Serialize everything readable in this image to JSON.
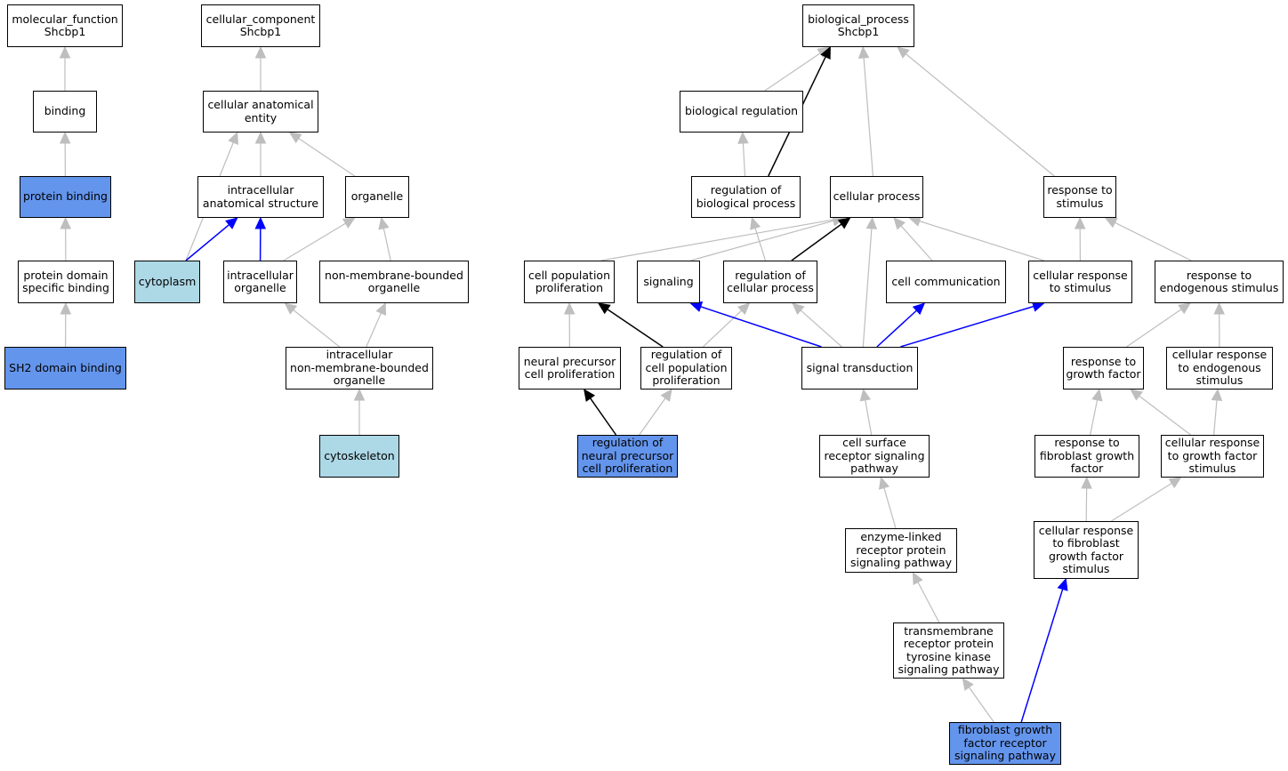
{
  "node_fill_colors": {
    "default": "#ffffff",
    "annotated": "#6495ed",
    "component_annotated": "#add8e6"
  },
  "edge_colors": {
    "is_a": "#bebebe",
    "regulates": "#000000",
    "part_of": "#0000ff"
  },
  "nodes": [
    {
      "id": "mf",
      "label": "molecular_function\nShcbp1",
      "fill": "default"
    },
    {
      "id": "binding",
      "label": "binding",
      "fill": "default"
    },
    {
      "id": "pb",
      "label": "protein binding",
      "fill": "annotated"
    },
    {
      "id": "pdsb",
      "label": "protein domain\nspecific binding",
      "fill": "default"
    },
    {
      "id": "sh2",
      "label": "SH2 domain binding",
      "fill": "annotated"
    },
    {
      "id": "cc",
      "label": "cellular_component\nShcbp1",
      "fill": "default"
    },
    {
      "id": "cae",
      "label": "cellular anatomical\nentity",
      "fill": "default"
    },
    {
      "id": "ias",
      "label": "intracellular\nanatomical structure",
      "fill": "default"
    },
    {
      "id": "org",
      "label": "organelle",
      "fill": "default"
    },
    {
      "id": "cyto",
      "label": "cytoplasm",
      "fill": "component_annotated"
    },
    {
      "id": "io",
      "label": "intracellular\norganelle",
      "fill": "default"
    },
    {
      "id": "nmbo",
      "label": "non-membrane-bounded\norganelle",
      "fill": "default"
    },
    {
      "id": "inmbo",
      "label": "intracellular\nnon-membrane-bounded\norganelle",
      "fill": "default"
    },
    {
      "id": "cytosk",
      "label": "cytoskeleton",
      "fill": "component_annotated"
    },
    {
      "id": "bp",
      "label": "biological_process\nShcbp1",
      "fill": "default"
    },
    {
      "id": "breg",
      "label": "biological regulation",
      "fill": "default"
    },
    {
      "id": "rbp",
      "label": "regulation of\nbiological process",
      "fill": "default"
    },
    {
      "id": "cp",
      "label": "cellular process",
      "fill": "default"
    },
    {
      "id": "rts",
      "label": "response to\nstimulus",
      "fill": "default"
    },
    {
      "id": "cpp",
      "label": "cell population\nproliferation",
      "fill": "default"
    },
    {
      "id": "sig",
      "label": "signaling",
      "fill": "default"
    },
    {
      "id": "rcp",
      "label": "regulation of\ncellular process",
      "fill": "default"
    },
    {
      "id": "ccomm",
      "label": "cell communication",
      "fill": "default"
    },
    {
      "id": "crs",
      "label": "cellular response\nto stimulus",
      "fill": "default"
    },
    {
      "id": "res",
      "label": "response to\nendogenous stimulus",
      "fill": "default"
    },
    {
      "id": "npcp",
      "label": "neural precursor\ncell proliferation",
      "fill": "default"
    },
    {
      "id": "rcpp",
      "label": "regulation of\ncell population\nproliferation",
      "fill": "default"
    },
    {
      "id": "st",
      "label": "signal transduction",
      "fill": "default"
    },
    {
      "id": "rgf",
      "label": "response to\ngrowth factor",
      "fill": "default"
    },
    {
      "id": "cres",
      "label": "cellular response\nto endogenous\nstimulus",
      "fill": "default"
    },
    {
      "id": "rnpcp",
      "label": "regulation of\nneural precursor\ncell proliferation",
      "fill": "annotated"
    },
    {
      "id": "csrsp",
      "label": "cell surface\nreceptor signaling\npathway",
      "fill": "default"
    },
    {
      "id": "rfgf",
      "label": "response to\nfibroblast growth\nfactor",
      "fill": "default"
    },
    {
      "id": "crgfs",
      "label": "cellular response\nto growth factor\nstimulus",
      "fill": "default"
    },
    {
      "id": "elrp",
      "label": "enzyme-linked\nreceptor protein\nsignaling pathway",
      "fill": "default"
    },
    {
      "id": "crfgfs",
      "label": "cellular response\nto fibroblast\ngrowth factor\nstimulus",
      "fill": "default"
    },
    {
      "id": "trptk",
      "label": "transmembrane\nreceptor protein\ntyrosine kinase\nsignaling pathway",
      "fill": "default"
    },
    {
      "id": "fgfr",
      "label": "fibroblast growth\nfactor receptor\nsignaling pathway",
      "fill": "annotated"
    }
  ],
  "edges": [
    {
      "from": "binding",
      "to": "mf",
      "type": "is_a"
    },
    {
      "from": "pb",
      "to": "binding",
      "type": "is_a"
    },
    {
      "from": "pdsb",
      "to": "pb",
      "type": "is_a"
    },
    {
      "from": "sh2",
      "to": "pdsb",
      "type": "is_a"
    },
    {
      "from": "cae",
      "to": "cc",
      "type": "is_a"
    },
    {
      "from": "ias",
      "to": "cae",
      "type": "is_a"
    },
    {
      "from": "org",
      "to": "cae",
      "type": "is_a"
    },
    {
      "from": "cyto",
      "to": "cae",
      "type": "is_a"
    },
    {
      "from": "cyto",
      "to": "ias",
      "type": "part_of"
    },
    {
      "from": "io",
      "to": "ias",
      "type": "part_of"
    },
    {
      "from": "io",
      "to": "org",
      "type": "is_a"
    },
    {
      "from": "nmbo",
      "to": "org",
      "type": "is_a"
    },
    {
      "from": "inmbo",
      "to": "io",
      "type": "is_a"
    },
    {
      "from": "inmbo",
      "to": "nmbo",
      "type": "is_a"
    },
    {
      "from": "cytosk",
      "to": "inmbo",
      "type": "is_a"
    },
    {
      "from": "breg",
      "to": "bp",
      "type": "is_a"
    },
    {
      "from": "rbp",
      "to": "bp",
      "type": "regulates"
    },
    {
      "from": "cp",
      "to": "bp",
      "type": "is_a"
    },
    {
      "from": "rts",
      "to": "bp",
      "type": "is_a"
    },
    {
      "from": "rbp",
      "to": "breg",
      "type": "is_a"
    },
    {
      "from": "cpp",
      "to": "cp",
      "type": "is_a"
    },
    {
      "from": "sig",
      "to": "cp",
      "type": "is_a"
    },
    {
      "from": "rcp",
      "to": "rbp",
      "type": "is_a"
    },
    {
      "from": "rcp",
      "to": "cp",
      "type": "regulates"
    },
    {
      "from": "ccomm",
      "to": "cp",
      "type": "is_a"
    },
    {
      "from": "crs",
      "to": "cp",
      "type": "is_a"
    },
    {
      "from": "crs",
      "to": "rts",
      "type": "is_a"
    },
    {
      "from": "res",
      "to": "rts",
      "type": "is_a"
    },
    {
      "from": "npcp",
      "to": "cpp",
      "type": "is_a"
    },
    {
      "from": "rcpp",
      "to": "cpp",
      "type": "regulates"
    },
    {
      "from": "rcpp",
      "to": "rcp",
      "type": "is_a"
    },
    {
      "from": "st",
      "to": "sig",
      "type": "part_of"
    },
    {
      "from": "st",
      "to": "rcp",
      "type": "is_a"
    },
    {
      "from": "st",
      "to": "cp",
      "type": "is_a"
    },
    {
      "from": "st",
      "to": "ccomm",
      "type": "part_of"
    },
    {
      "from": "st",
      "to": "crs",
      "type": "part_of"
    },
    {
      "from": "rgf",
      "to": "res",
      "type": "is_a"
    },
    {
      "from": "cres",
      "to": "res",
      "type": "is_a"
    },
    {
      "from": "rnpcp",
      "to": "npcp",
      "type": "regulates"
    },
    {
      "from": "rnpcp",
      "to": "rcpp",
      "type": "is_a"
    },
    {
      "from": "csrsp",
      "to": "st",
      "type": "is_a"
    },
    {
      "from": "rfgf",
      "to": "rgf",
      "type": "is_a"
    },
    {
      "from": "crgfs",
      "to": "rgf",
      "type": "is_a"
    },
    {
      "from": "crgfs",
      "to": "cres",
      "type": "is_a"
    },
    {
      "from": "elrp",
      "to": "csrsp",
      "type": "is_a"
    },
    {
      "from": "crfgfs",
      "to": "rfgf",
      "type": "is_a"
    },
    {
      "from": "crfgfs",
      "to": "crgfs",
      "type": "is_a"
    },
    {
      "from": "trptk",
      "to": "elrp",
      "type": "is_a"
    },
    {
      "from": "fgfr",
      "to": "trptk",
      "type": "is_a"
    },
    {
      "from": "fgfr",
      "to": "crfgfs",
      "type": "part_of"
    }
  ]
}
